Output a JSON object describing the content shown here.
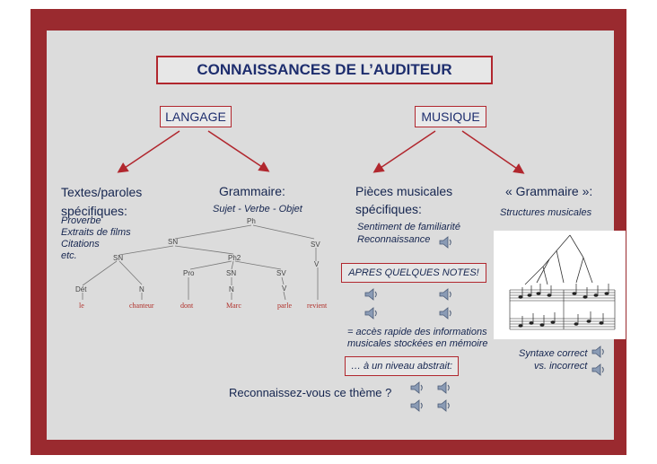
{
  "title": "CONNAISSANCES  DE L’AUDITEUR",
  "langage": {
    "label": "LANGAGE",
    "textes": {
      "heading_line1": "Textes/paroles",
      "heading_line2": "spécifiques:",
      "items": [
        "Proverbe",
        "Extraits de films",
        "Citations",
        "etc."
      ]
    },
    "grammaire": {
      "heading": "Grammaire:",
      "subtitle": "Sujet - Verbe - Objet",
      "tree_labels": [
        "Ph",
        "SN",
        "SV",
        "SN",
        "Ph2",
        "Pro",
        "SN",
        "SV",
        "V",
        "Dét",
        "N",
        "N",
        "V"
      ],
      "tree_words": [
        "le",
        "chanteur",
        "dont",
        "Marc",
        "parle",
        "revient"
      ]
    }
  },
  "musique": {
    "label": "MUSIQUE",
    "pieces": {
      "heading_line1": "Pièces musicales",
      "heading_line2": "spécifiques:",
      "items": [
        "Sentiment de familiarité",
        "Reconnaissance"
      ]
    },
    "apres_notes": "APRES QUELQUES NOTES!",
    "acces": [
      "= accès rapide des informations",
      "musicales stockées en mémoire"
    ],
    "niveau_abstrait": "… à un niveau abstrait:",
    "grammaire": {
      "heading": "« Grammaire »:",
      "subtitle": "Structures musicales",
      "syntaxe": [
        "Syntaxe correct",
        "vs. incorrect"
      ]
    }
  },
  "question": "Reconnaissez-vous ce thème ?",
  "colors": {
    "frame": "#9a2a2f",
    "slide_bg": "#dcdcdc",
    "box_border": "#b1272e",
    "text": "#15254f",
    "arrow": "#b1272e"
  },
  "icons": [
    "speaker-icon"
  ]
}
